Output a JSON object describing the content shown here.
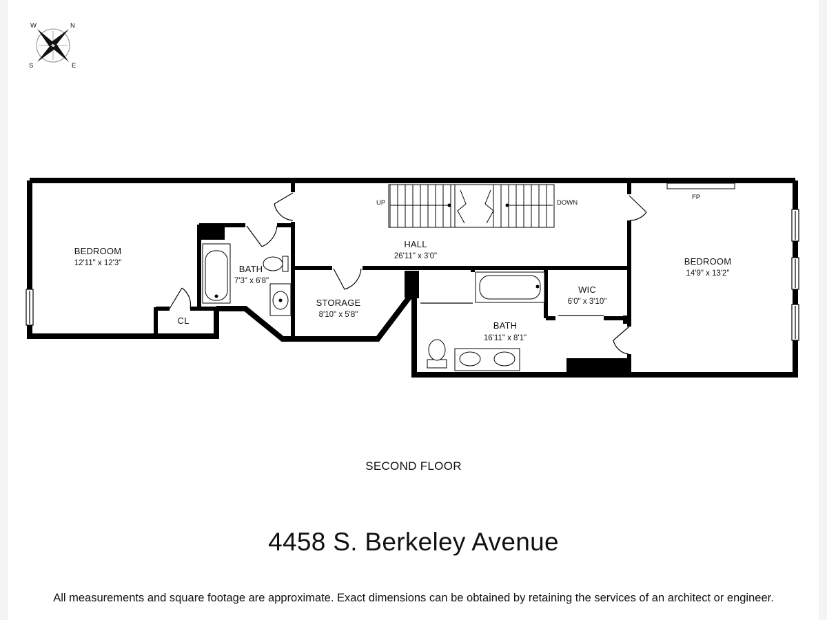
{
  "compass": {
    "n": "N",
    "e": "E",
    "s": "S",
    "w": "W",
    "icon": "compass-rose-icon"
  },
  "rooms": {
    "bedroom_west": {
      "name": "BEDROOM",
      "dims": "12'11\" x 12'3\""
    },
    "bath_small": {
      "name": "BATH",
      "dims": "7'3\" x 6'8\""
    },
    "closet": {
      "name": "CL"
    },
    "storage": {
      "name": "STORAGE",
      "dims": "8'10\" x 5'8\""
    },
    "hall": {
      "name": "HALL",
      "dims": "26'11\" x 3'0\""
    },
    "bath_large": {
      "name": "BATH",
      "dims": "16'11\" x 8'1\""
    },
    "wic": {
      "name": "WIC",
      "dims": "6'0\" x 3'10\""
    },
    "bedroom_east": {
      "name": "BEDROOM",
      "dims": "14'9\" x 13'2\""
    }
  },
  "stairs": {
    "up": "UP",
    "down": "DOWN"
  },
  "fireplace": "FP",
  "floor_label": "SECOND FLOOR",
  "address": "4458 S. Berkeley Avenue",
  "disclaimer": "All measurements and square footage are approximate.  Exact dimensions can be obtained by retaining the services of an architect or engineer."
}
